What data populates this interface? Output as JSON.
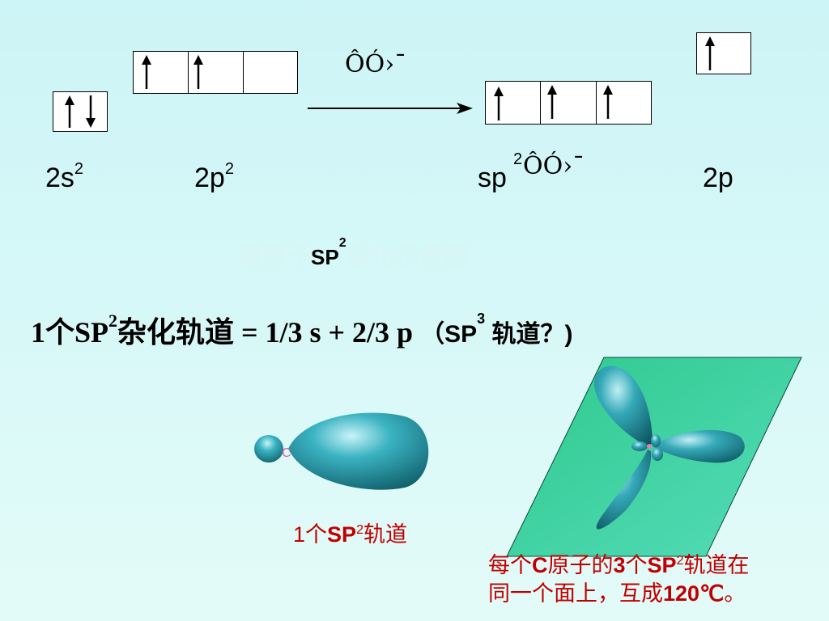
{
  "orbital_labels": {
    "s": {
      "base": "2s",
      "sup": "2"
    },
    "p": {
      "base": "2p",
      "sup": "2"
    },
    "hybrid": {
      "base": "sp",
      "sup": "2",
      "garble": "ÔÓ›¯"
    },
    "p_single": {
      "base": "2p"
    }
  },
  "arrow_label": "ÔÓ›¯",
  "caption": {
    "main": "SP",
    "sup": "2",
    "ghost_before": "碳原子",
    "ghost_after": "杂化示意图"
  },
  "formula": {
    "prefix": "1个SP",
    "prefix_sup": "2",
    "middle": "杂化轨道 = 1/3 s  +  2/3 p",
    "paren_open": "（",
    "q_sp": "SP",
    "q_sup": "3",
    "q_rest": " 轨道？",
    "paren_close": ")"
  },
  "orbital_caption": {
    "a": "1个",
    "b": "SP",
    "sup": "2",
    "c": "轨道"
  },
  "note": {
    "line1_a": "每个",
    "line1_b": "C",
    "line1_c": "原子的",
    "line1_d": "3",
    "line1_e": "个",
    "line1_f": "SP",
    "line1_sup": "2",
    "line1_g": "轨道在",
    "line2_a": "同一个面上，互成",
    "line2_b": "120℃",
    "line2_c": "。"
  },
  "atom_label": "C",
  "colors": {
    "lobe": "#2a9aa8",
    "plane": "#3dd6a6",
    "note": "#c00000"
  }
}
